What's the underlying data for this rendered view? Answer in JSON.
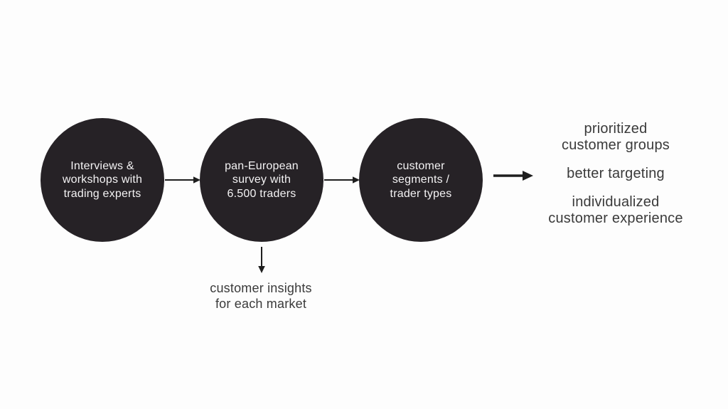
{
  "slide": {
    "steps": [
      {
        "label": "Interviews &\nworkshops with\ntrading experts"
      },
      {
        "label": "pan-European\nsurvey with\n6.500 traders"
      },
      {
        "label": "customer\nsegments /\ntrader types"
      }
    ],
    "branch_note": {
      "label": "customer insights\nfor each market"
    },
    "outcomes": [
      {
        "label": "prioritized\ncustomer groups"
      },
      {
        "label": "better targeting"
      },
      {
        "label": "individualized\ncustomer experience"
      }
    ],
    "icons": {
      "step1_to_step2": "arrow-right-icon",
      "step2_to_step3": "arrow-right-icon",
      "step3_to_outcomes": "arrow-right-bold-icon",
      "step2_to_branch_note": "arrow-down-icon"
    },
    "colors": {
      "background": "#fdfdfd",
      "circle_fill": "#262226",
      "circle_text": "#f4f3f4",
      "arrow": "#1e1e1e",
      "dark_text": "#3a3a3a"
    }
  }
}
